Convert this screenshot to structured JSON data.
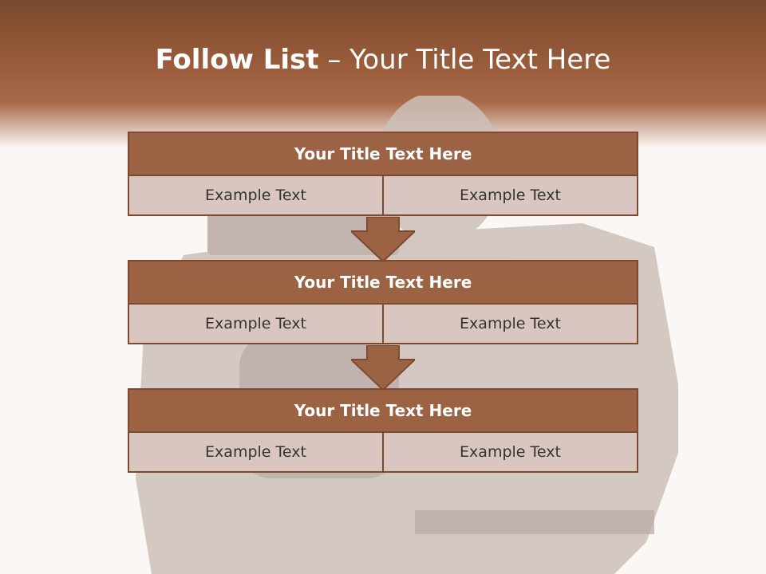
{
  "title": {
    "bold": "Follow List",
    "rest": " – Your Title Text Here"
  },
  "blocks": [
    {
      "heading": "Your Title Text Here",
      "cells": [
        "Example Text",
        "Example Text"
      ]
    },
    {
      "heading": "Your Title Text Here",
      "cells": [
        "Example Text",
        "Example Text"
      ]
    },
    {
      "heading": "Your Title Text Here",
      "cells": [
        "Example Text",
        "Example Text"
      ]
    }
  ],
  "colors": {
    "header": "#9a5c3b",
    "block_head": "#9b6244",
    "cell": "#d9c6c0",
    "border": "#7c4a30"
  }
}
